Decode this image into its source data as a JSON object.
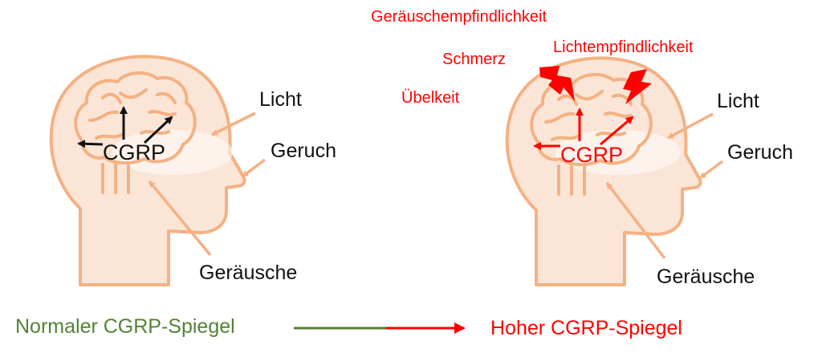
{
  "colors": {
    "head_fill": "#fbe5d6",
    "head_stroke": "#f4b183",
    "black": "#111111",
    "red": "#ff0000",
    "green": "#548235"
  },
  "normal_head": {
    "center_label": "CGRP",
    "senses": {
      "light": "Licht",
      "smell": "Geruch",
      "sound": "Geräusche"
    }
  },
  "high_head": {
    "center_label": "CGRP",
    "senses": {
      "light": "Licht",
      "smell": "Geruch",
      "sound": "Geräusche"
    },
    "symptoms": {
      "sound_sensitivity": "Geräuschempfindlichkeit",
      "light_sensitivity": "Lichtempfindlichkeit",
      "pain": "Schmerz",
      "nausea": "Übelkeit"
    },
    "pain_icon": "lightning-bolt-icon"
  },
  "legend": {
    "normal_level": "Normaler CGRP-Spiegel",
    "high_level": "Hoher CGRP-Spiegel"
  }
}
